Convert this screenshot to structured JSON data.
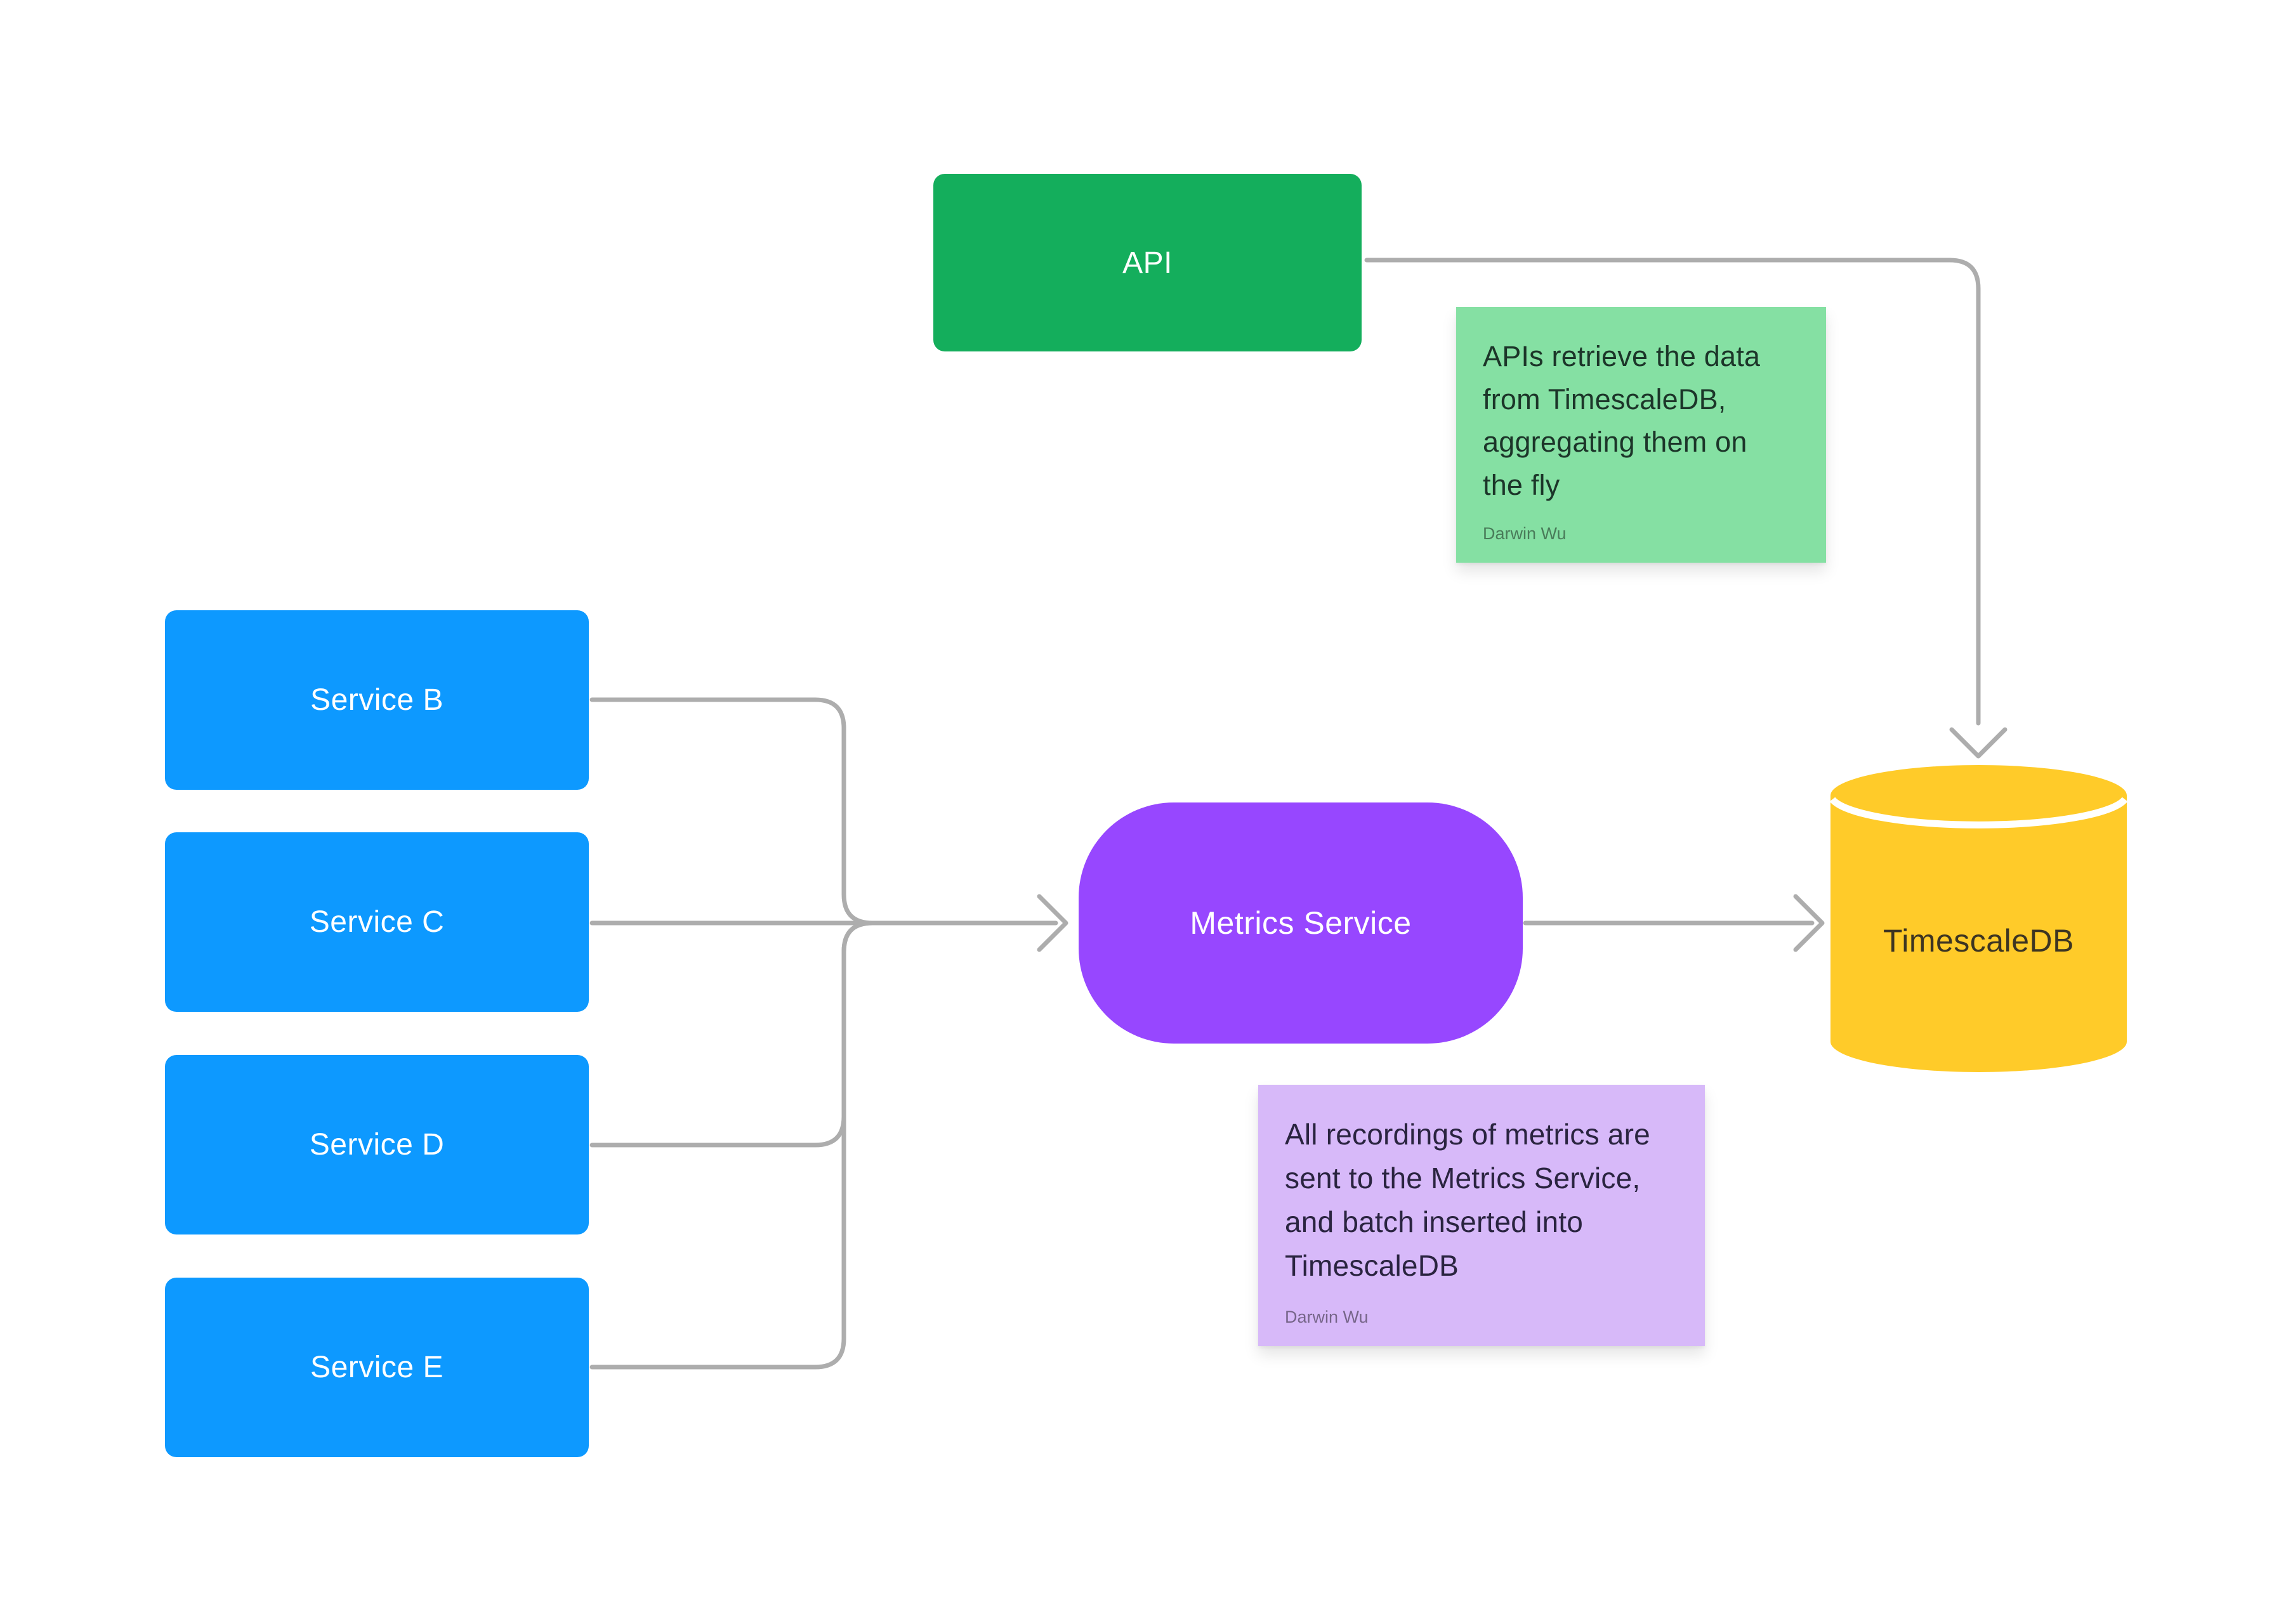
{
  "canvas": {
    "background": "#FFFFFF"
  },
  "nodes": {
    "api": {
      "label": "API",
      "color": "#14AE5C"
    },
    "service_b": {
      "label": "Service B",
      "color": "#0D99FF"
    },
    "service_c": {
      "label": "Service C",
      "color": "#0D99FF"
    },
    "service_d": {
      "label": "Service D",
      "color": "#0D99FF"
    },
    "service_e": {
      "label": "Service E",
      "color": "#0D99FF"
    },
    "metrics_service": {
      "label": "Metrics Service",
      "color": "#9747FF"
    },
    "timescaledb": {
      "label": "TimescaleDB",
      "color": "#FFCB29"
    }
  },
  "sticky_notes": {
    "api_note": {
      "text": "APIs retrieve the data from TimescaleDB, aggregating them on the fly",
      "author": "Darwin Wu",
      "color": "#85E0A3"
    },
    "metrics_note": {
      "text": "All recordings of metrics are sent to the Metrics Service, and batch inserted into TimescaleDB",
      "author": "Darwin Wu",
      "color": "#D7B9F9"
    }
  },
  "connectors": {
    "color": "#ADADAD",
    "edges": [
      "Service B -> Metrics Service",
      "Service C -> Metrics Service",
      "Service D -> Metrics Service",
      "Service E -> Metrics Service",
      "Metrics Service -> TimescaleDB",
      "API -> TimescaleDB"
    ]
  }
}
